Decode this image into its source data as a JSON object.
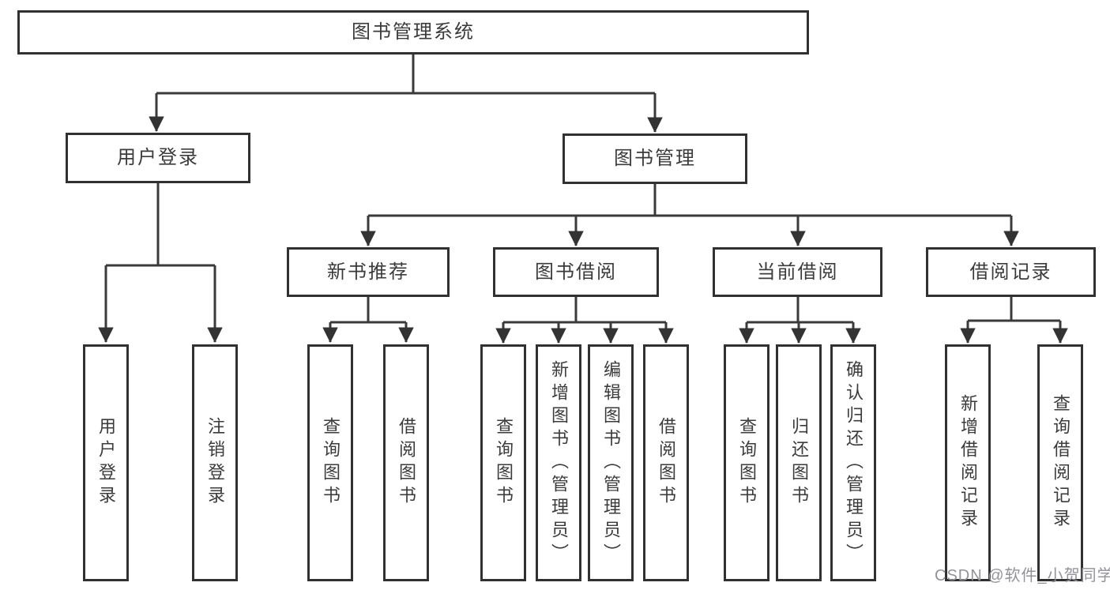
{
  "tree": {
    "label": "图书管理系统",
    "children": [
      {
        "label": "用户登录",
        "children": [
          {
            "label": "用户登录"
          },
          {
            "label": "注销登录"
          }
        ]
      },
      {
        "label": "图书管理",
        "children": [
          {
            "label": "新书推荐",
            "children": [
              {
                "label": "查询图书"
              },
              {
                "label": "借阅图书"
              }
            ]
          },
          {
            "label": "图书借阅",
            "children": [
              {
                "label": "查询图书"
              },
              {
                "label": "新增图书（管理员）"
              },
              {
                "label": "编辑图书（管理员）"
              },
              {
                "label": "借阅图书"
              }
            ]
          },
          {
            "label": "当前借阅",
            "children": [
              {
                "label": "查询图书"
              },
              {
                "label": "归还图书"
              },
              {
                "label": "确认归还（管理员）"
              }
            ]
          },
          {
            "label": "借阅记录",
            "children": [
              {
                "label": "新增借阅记录"
              },
              {
                "label": "查询借阅记录"
              }
            ]
          }
        ]
      }
    ]
  },
  "watermark": {
    "text": "CSDN @软件_小贺同学"
  },
  "colors": {
    "line": "#3a3a3a",
    "box_border": "#313131",
    "box_fill": "#ffffff",
    "text": "#3b3b3b",
    "watermark": "#92929a"
  }
}
